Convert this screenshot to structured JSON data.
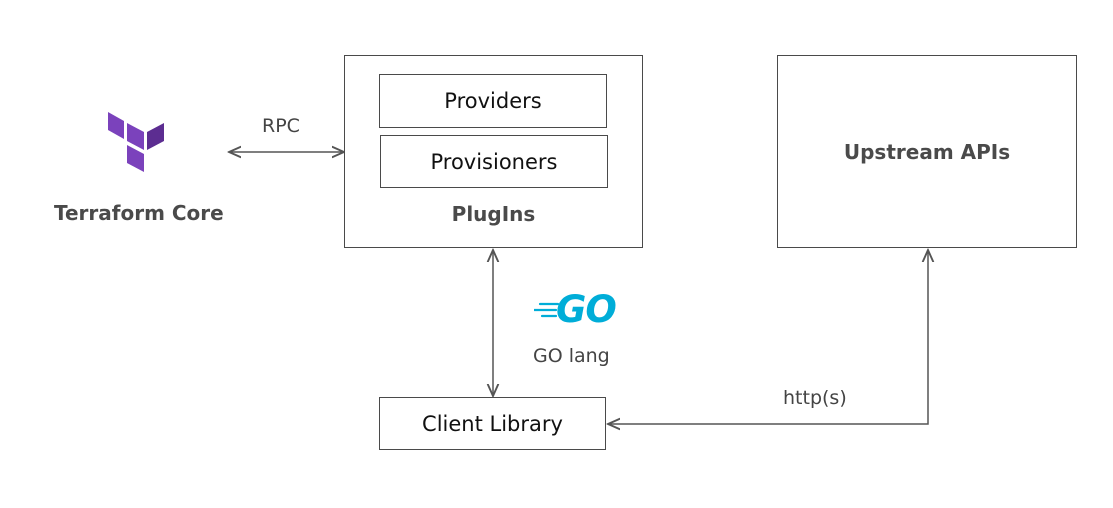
{
  "core": {
    "label": "Terraform Core",
    "logo": "terraform-logo"
  },
  "rpc": {
    "label": "RPC"
  },
  "plugins": {
    "label": "PlugIns",
    "items": [
      {
        "label": "Providers"
      },
      {
        "label": "Provisioners"
      }
    ]
  },
  "upstream": {
    "label": "Upstream APIs"
  },
  "go": {
    "logo_text": "GO",
    "label": "GO lang"
  },
  "client": {
    "label": "Client Library"
  },
  "http": {
    "label": "http(s)"
  },
  "colors": {
    "terraform": "#7b42bc",
    "go": "#00add8",
    "line": "#4a4a4a"
  }
}
